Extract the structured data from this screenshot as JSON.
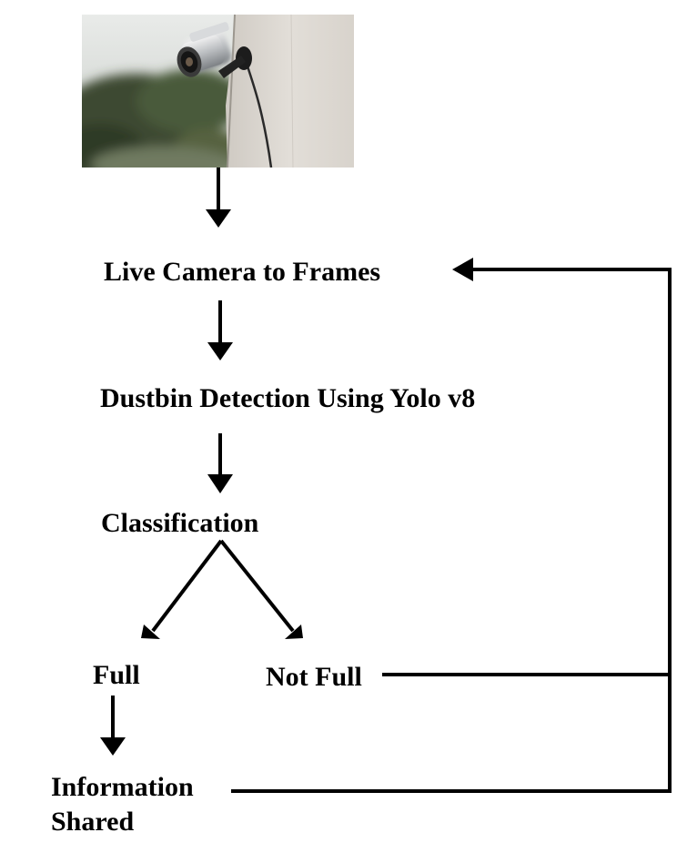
{
  "nodes": {
    "live_camera": "Live Camera to Frames",
    "detection": "Dustbin Detection Using Yolo v8",
    "classification": "Classification",
    "full": "Full",
    "not_full": "Not Full",
    "info_line1": "Information",
    "info_line2": "Shared"
  },
  "image": {
    "subject": "security-camera-photo"
  },
  "colors": {
    "arrow": "#000000",
    "text": "#000000",
    "wall": "#dcd8d2",
    "foliage": "#3a4a2e"
  }
}
